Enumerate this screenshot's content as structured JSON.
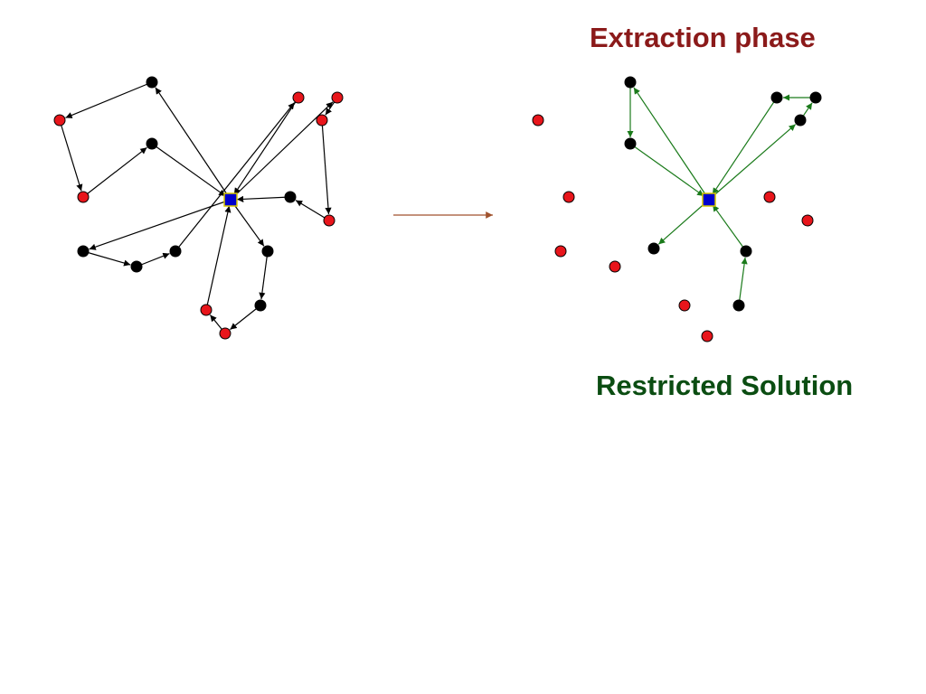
{
  "heading": "Extraction phase",
  "caption": "Restricted Solution",
  "colors": {
    "heading": "#8b1a1a",
    "caption": "#0b4d12",
    "node_red": "#e8151b",
    "node_black": "#000000",
    "depot_fill": "#0000cc",
    "depot_border": "#d8c800",
    "edge_left": "#000000",
    "edge_right": "#1a7a1a",
    "transition_arrow": "#a0522d"
  },
  "left_graph": {
    "node_types": [
      "black",
      "red",
      "red",
      "black",
      "black",
      "black",
      "black",
      "red",
      "red",
      "red",
      "red",
      "black",
      "black",
      "black",
      "red",
      "red"
    ],
    "routes": [
      [
        0,
        1,
        2,
        3
      ],
      [
        4,
        5,
        6,
        7
      ],
      [
        8,
        9,
        10,
        11
      ],
      [
        12,
        13,
        14,
        15
      ]
    ]
  },
  "right_graph": {
    "node_types": [
      "black",
      "black",
      "red",
      "red",
      "black",
      "black",
      "black",
      "red",
      "red",
      "red",
      "red",
      "black",
      "black",
      "black",
      "red",
      "red"
    ],
    "edges": [
      {
        "from": "depot",
        "to": 0
      },
      {
        "from": 0,
        "to": 1
      },
      {
        "from": 1,
        "to": "depot"
      },
      {
        "from": "depot",
        "to": 11
      },
      {
        "from": 5,
        "to": 4
      },
      {
        "from": 4,
        "to": "depot"
      },
      {
        "from": "depot",
        "to": 6
      },
      {
        "from": 6,
        "to": 5
      },
      {
        "from": 13,
        "to": 12
      },
      {
        "from": 12,
        "to": "depot"
      }
    ]
  }
}
